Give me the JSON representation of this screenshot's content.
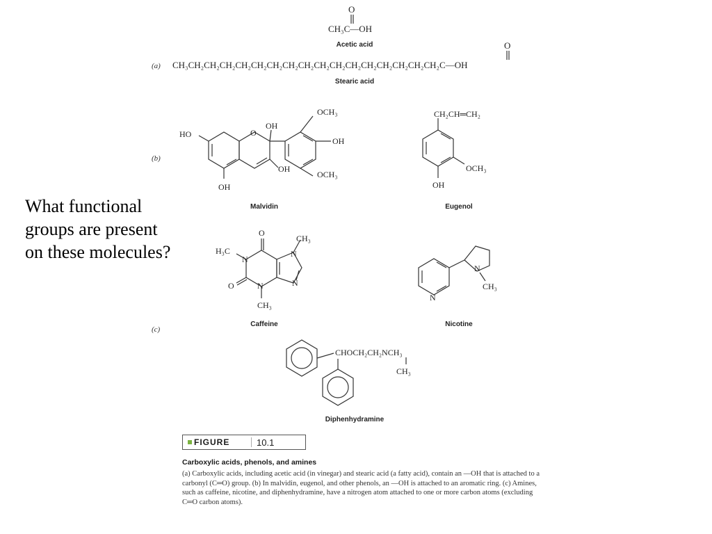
{
  "question": "What functional groups are present on these molecules?",
  "parts": {
    "a": "(a)",
    "b": "(b)",
    "c": "(c)"
  },
  "molecules": {
    "acetic_acid": {
      "name": "Acetic acid",
      "formula": "CH₃C—OH",
      "o": "O"
    },
    "stearic_acid": {
      "name": "Stearic acid",
      "formula": "CH₃CH₂CH₂CH₂CH₂CH₂CH₂CH₂CH₂CH₂CH₂CH₂CH₂CH₂CH₂CH₂CH₂C—OH",
      "o": "O"
    },
    "malvidin": {
      "name": "Malvidin",
      "labels": [
        "HO",
        "O",
        "OH",
        "OCH₃",
        "OH",
        "OH",
        "OCH₃",
        "OH"
      ]
    },
    "eugenol": {
      "name": "Eugenol",
      "labels": [
        "CH₂CH═CH₂",
        "OCH₃",
        "OH"
      ]
    },
    "caffeine": {
      "name": "Caffeine",
      "labels": [
        "O",
        "CH₃",
        "H₃C",
        "N",
        "N",
        "O",
        "N",
        "N",
        "CH₃"
      ]
    },
    "nicotine": {
      "name": "Nicotine",
      "labels": [
        "N",
        "CH₃",
        "N"
      ]
    },
    "diphenhydramine": {
      "name": "Diphenhydramine",
      "labels": [
        "CHOCH₂CH₂NCH₃",
        "CH₃"
      ]
    }
  },
  "figure": {
    "label": "FIGURE",
    "number": "10.1"
  },
  "caption": {
    "title": "Carboxylic acids, phenols, and amines",
    "text": "(a) Carboxylic acids, including acetic acid (in vinegar) and stearic acid (a fatty acid), contain an —OH that is attached to a carbonyl (C═O) group. (b) In malvidin, eugenol, and other phenols, an —OH is attached to an aromatic ring. (c) Amines, such as caffeine, nicotine, and diphenhydramine, have a nitrogen atom attached to one or more carbon atoms (excluding C═O carbon atoms)."
  }
}
